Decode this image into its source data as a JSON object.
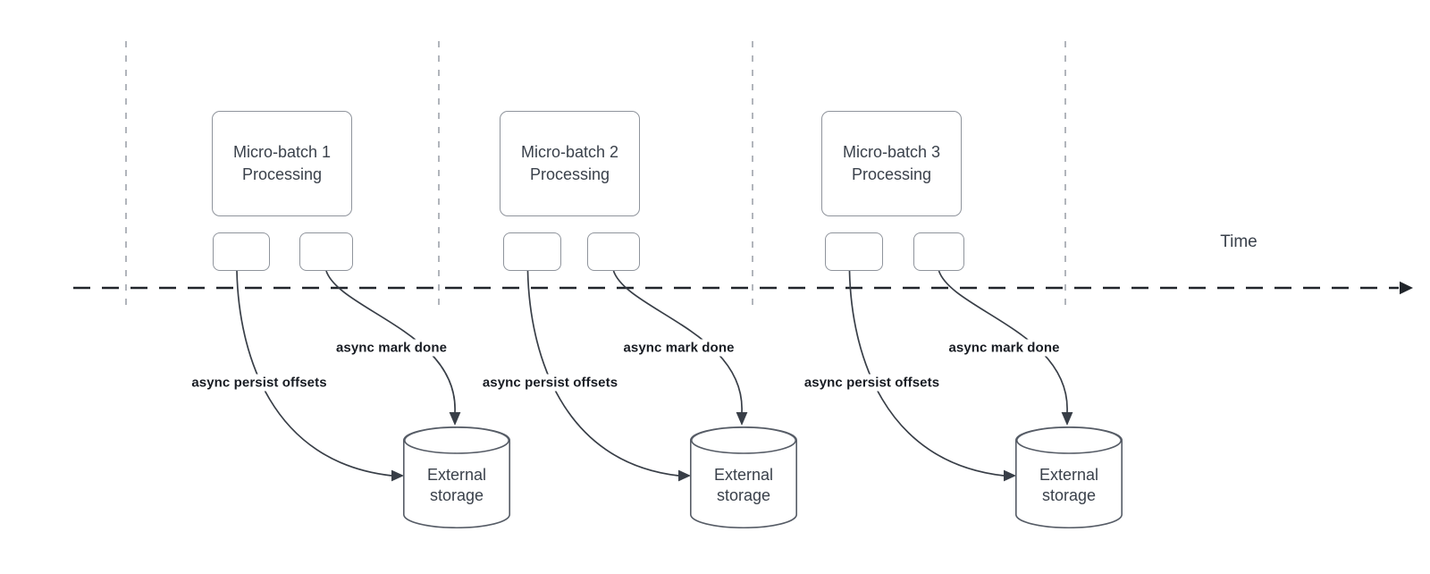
{
  "diagram": {
    "time_axis": {
      "label": "Time"
    },
    "batches": [
      {
        "title_line1": "Micro-batch 1",
        "title_line2": "Processing",
        "persist_label": "async persist offsets",
        "done_label": "async mark done",
        "storage": {
          "line1": "External",
          "line2": "storage"
        }
      },
      {
        "title_line1": "Micro-batch 2",
        "title_line2": "Processing",
        "persist_label": "async persist offsets",
        "done_label": "async mark done",
        "storage": {
          "line1": "External",
          "line2": "storage"
        }
      },
      {
        "title_line1": "Micro-batch 3",
        "title_line2": "Processing",
        "persist_label": "async persist offsets",
        "done_label": "async mark done",
        "storage": {
          "line1": "External",
          "line2": "storage"
        }
      }
    ]
  },
  "colors": {
    "background": "#ffffff",
    "shape_stroke": "#8f949c",
    "cylinder_stroke": "#565c66",
    "shape_text": "#3a414b",
    "label_text": "#181c23",
    "connector": "#383e47",
    "timeline": "#21252b",
    "guide_line": "#a9adb4"
  }
}
